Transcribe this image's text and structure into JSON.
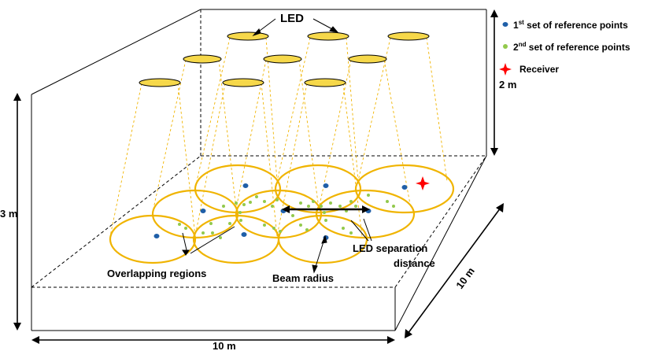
{
  "labels": {
    "led": "LED",
    "height_total": "3 m",
    "height_led": "2 m",
    "width": "10 m",
    "depth": "10 m",
    "overlapping": "Overlapping regions",
    "beam_radius": "Beam radius",
    "led_sep_line1": "LED separation",
    "led_sep_line2": "distance"
  },
  "legend": {
    "items": [
      {
        "prefix": "1",
        "sup": "st",
        "suffix": " set of reference points",
        "marker": "blue-dot"
      },
      {
        "prefix": "2",
        "sup": "nd",
        "suffix": " set of reference points",
        "marker": "green-dot"
      },
      {
        "prefix": "",
        "sup": "",
        "suffix": "Receiver",
        "marker": "red-star"
      }
    ]
  },
  "colors": {
    "led_fill": "#f6d84a",
    "beam": "#f0b400",
    "blue_point": "#1f5fa8",
    "green_point": "#92c94c",
    "receiver": "#ff0000",
    "room_line": "#000000"
  }
}
